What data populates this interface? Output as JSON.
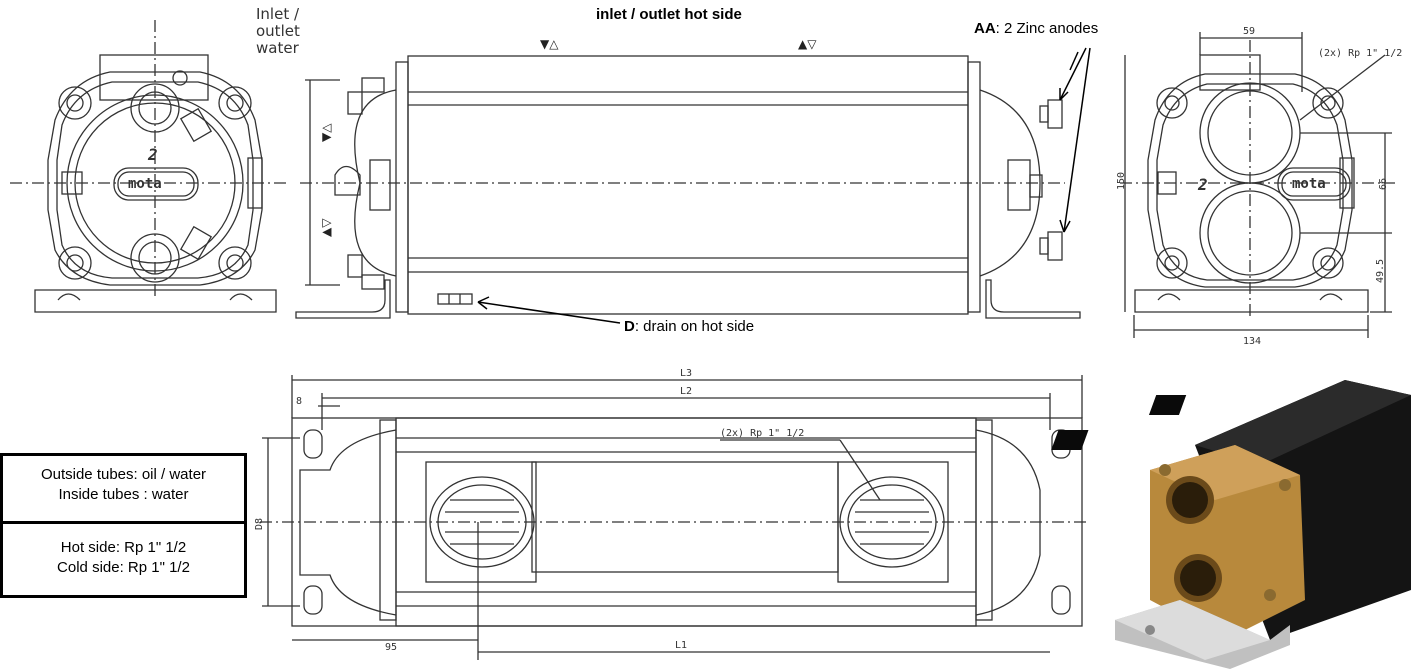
{
  "labels": {
    "inlet_outlet_water": [
      "Inlet /",
      "outlet",
      "water"
    ],
    "hot_side_title": "inlet / outlet hot side",
    "anodes_prefix": "AA",
    "anodes_text": ": 2 Zinc anodes",
    "drain_prefix": "D",
    "drain_text": ": drain on hot side",
    "logo": "mota",
    "badge": "2"
  },
  "dimensions": {
    "top": "59",
    "side_total": "150",
    "side_mid": "66",
    "side_low": "49.5",
    "width": "134",
    "l3": "L3",
    "l2": "L2",
    "l1": "L1",
    "d8": "D8",
    "eight": "8",
    "ninety_five": "95",
    "thread_right": "(2x) Rp 1\" 1/2",
    "thread_bottom": "(2x) Rp 1\" 1/2"
  },
  "info_boxes": {
    "tubes": [
      "Outside tubes: oil / water",
      "Inside tubes : water"
    ],
    "connections": [
      "Hot side: Rp 1\" 1/2",
      "Cold side: Rp 1\" 1/2"
    ]
  },
  "colors": {
    "line": "#333333",
    "brass": "#b8893c",
    "body": "#1a1a1a"
  }
}
